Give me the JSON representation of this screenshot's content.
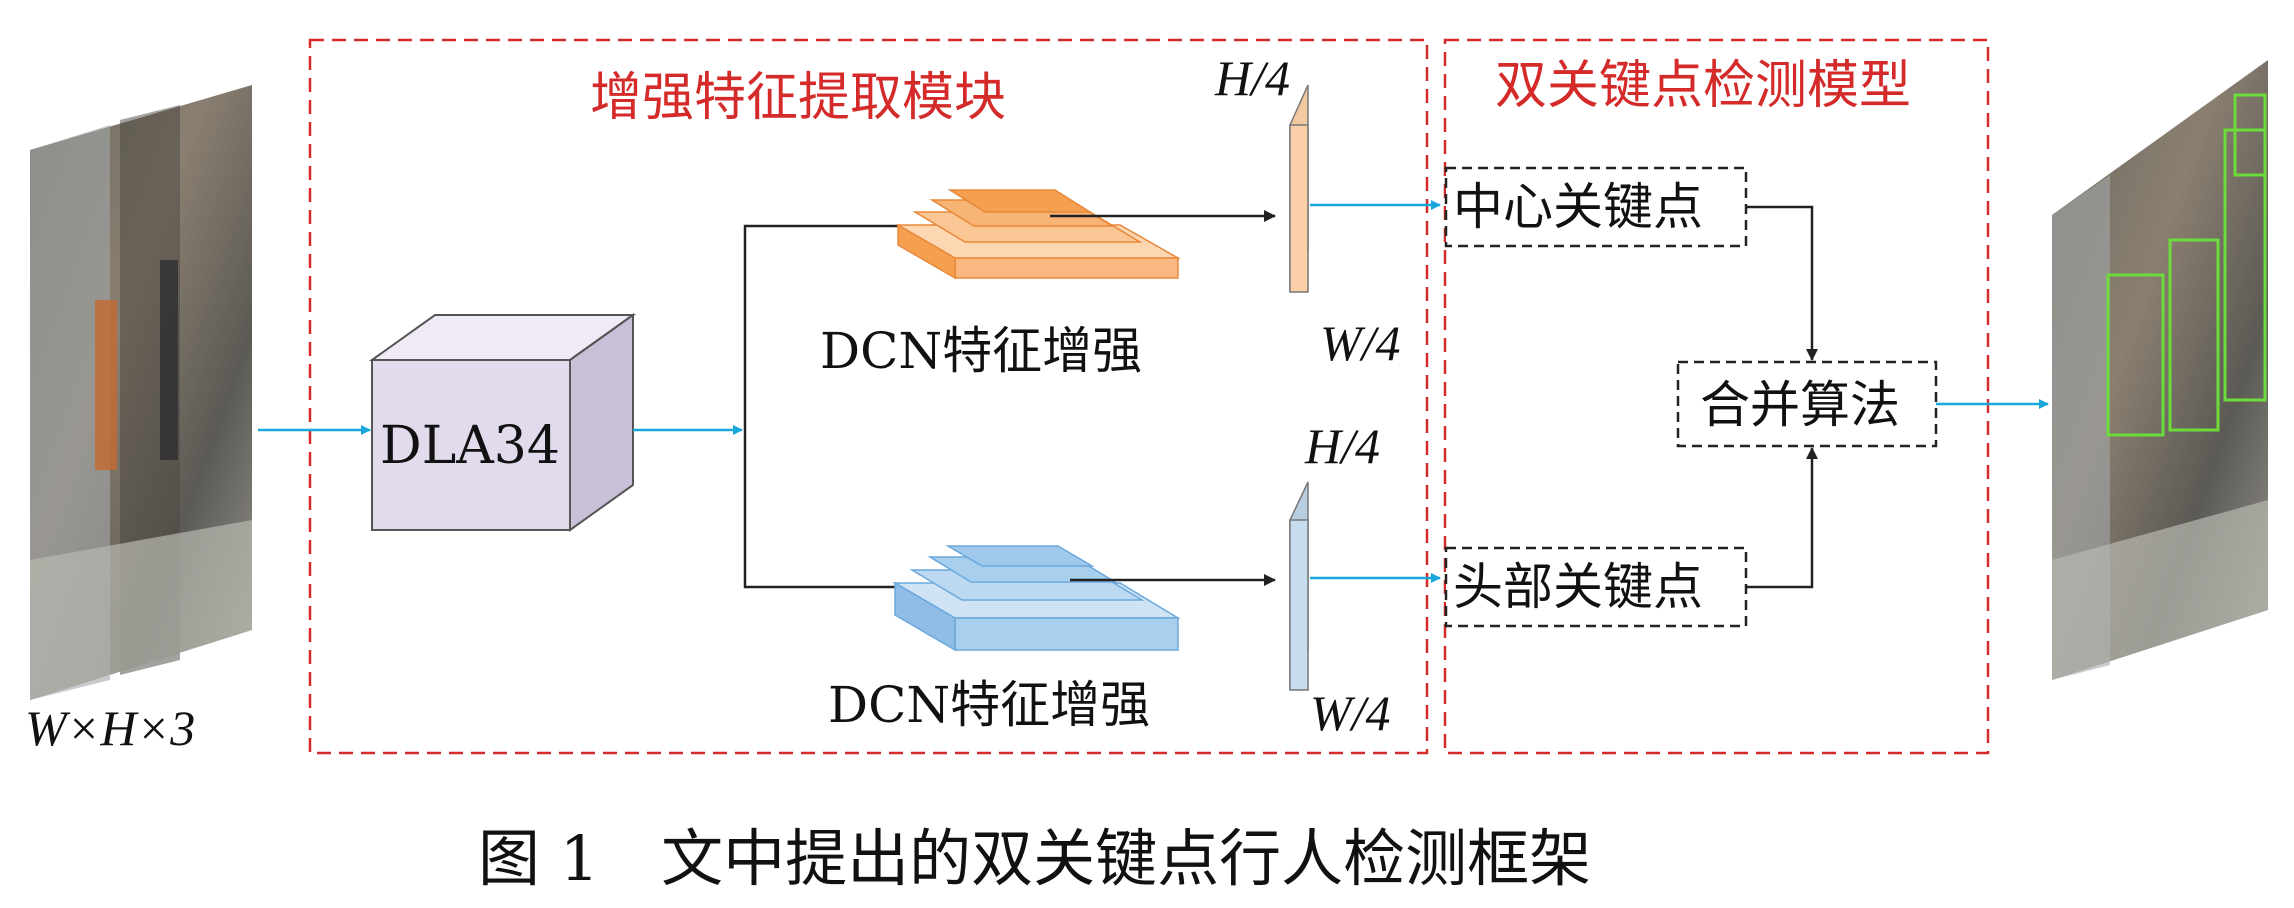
{
  "input": {
    "dims": "W×H×3"
  },
  "module1": {
    "title": "增强特征提取模块"
  },
  "module2": {
    "title": "双关键点检测模型"
  },
  "backbone": {
    "label": "DLA34"
  },
  "dcn_top": {
    "label": "DCN特征增强"
  },
  "dcn_bottom": {
    "label": "DCN特征增强"
  },
  "feature_top": {
    "h_label": "H/4",
    "w_label": "W/4"
  },
  "feature_bottom": {
    "h_label": "H/4",
    "w_label": "W/4"
  },
  "keypoints": {
    "center": "中心关键点",
    "head": "头部关键点"
  },
  "merge": {
    "label": "合并算法"
  },
  "caption": {
    "text": "图 1　文中提出的双关键点行人检测框架"
  },
  "colors": {
    "module_border": "#d42a2a",
    "module_title": "#d42a2a",
    "arrow_blue": "#1aa8dc",
    "box_face": "#e2dbed",
    "orange": "#f5a050",
    "blue_layer": "#9fc8ea"
  }
}
